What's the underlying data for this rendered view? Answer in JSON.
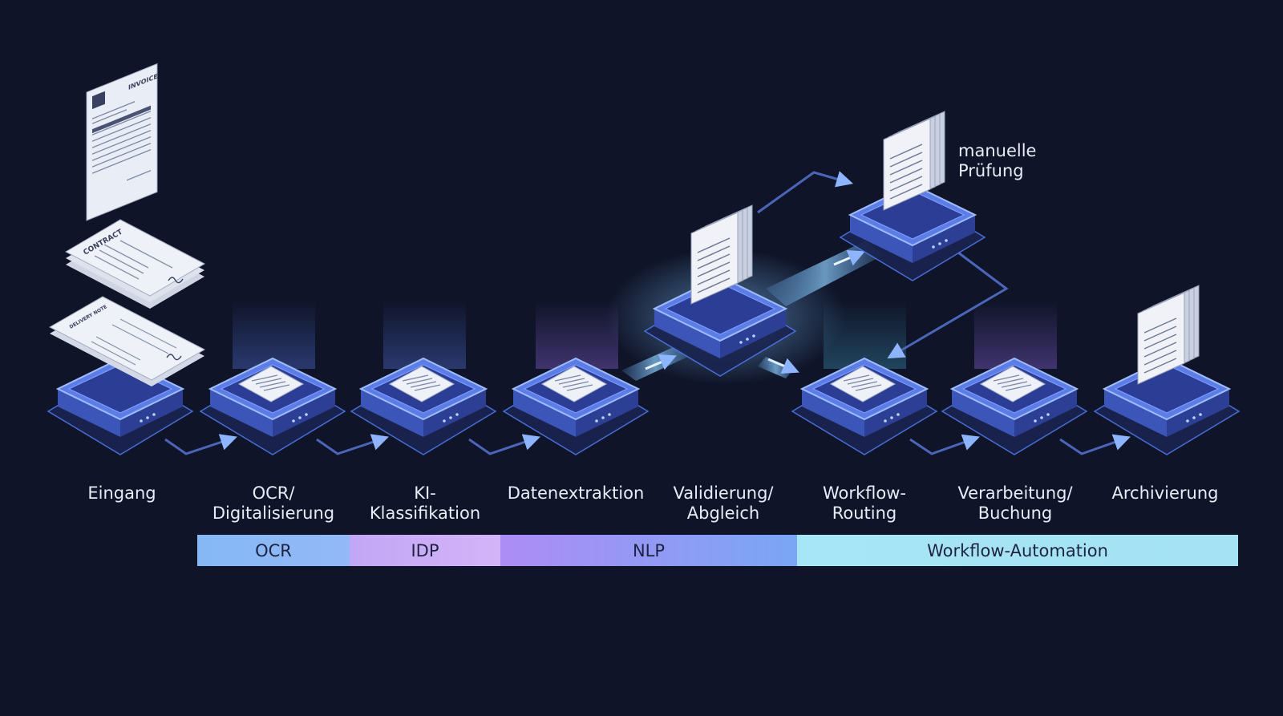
{
  "diagram": {
    "stages": [
      {
        "id": "eingang",
        "label": "Eingang"
      },
      {
        "id": "ocr",
        "label": "OCR/\nDigitalisierung"
      },
      {
        "id": "ki",
        "label": "KI-\nKlassifikation"
      },
      {
        "id": "daten",
        "label": "Datenextraktion"
      },
      {
        "id": "valid",
        "label": "Validierung/\nAbgleich"
      },
      {
        "id": "routing",
        "label": "Workflow-\nRouting"
      },
      {
        "id": "verarb",
        "label": "Verarbeitung/\nBuchung"
      },
      {
        "id": "archiv",
        "label": "Archivierung"
      }
    ],
    "review_node": {
      "label": "manuelle\nPrüfung"
    },
    "documents": {
      "invoice": "INVOICE",
      "contract": "CONTRACT",
      "receipt": "DELIVERY NOTE"
    },
    "tech_bar": [
      {
        "label": "OCR",
        "color": "#8ab8f6"
      },
      {
        "label": "IDP",
        "color": "#cbaef7"
      },
      {
        "label": "NLP",
        "color": "#9a98f5"
      },
      {
        "label": "Workflow-Automation",
        "color": "#a6e4f5"
      }
    ],
    "colors": {
      "background": "#0f1428",
      "node_top": "#2a3a8c",
      "node_edge": "#6f93ff",
      "glow": "#5fa6ff",
      "flow_arrow": "#7aa7ff"
    }
  }
}
